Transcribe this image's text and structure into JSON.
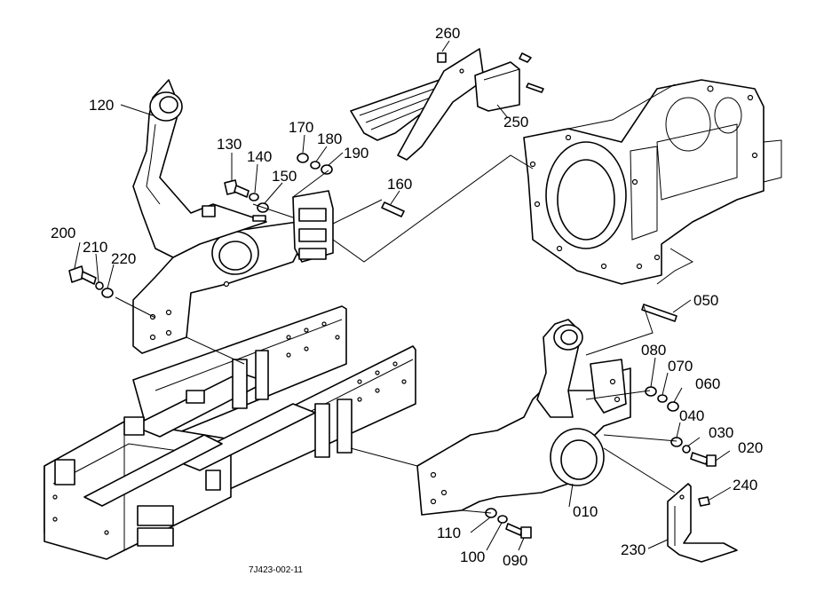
{
  "diagram": {
    "drawing_code": "7J423-002-11",
    "part_labels": [
      {
        "id": "260",
        "text": "260"
      },
      {
        "id": "120",
        "text": "120"
      },
      {
        "id": "170",
        "text": "170"
      },
      {
        "id": "180",
        "text": "180"
      },
      {
        "id": "190",
        "text": "190"
      },
      {
        "id": "130",
        "text": "130"
      },
      {
        "id": "140",
        "text": "140"
      },
      {
        "id": "150",
        "text": "150"
      },
      {
        "id": "160",
        "text": "160"
      },
      {
        "id": "250",
        "text": "250"
      },
      {
        "id": "200",
        "text": "200"
      },
      {
        "id": "210",
        "text": "210"
      },
      {
        "id": "220",
        "text": "220"
      },
      {
        "id": "050",
        "text": "050"
      },
      {
        "id": "080",
        "text": "080"
      },
      {
        "id": "070",
        "text": "070"
      },
      {
        "id": "060",
        "text": "060"
      },
      {
        "id": "040",
        "text": "040"
      },
      {
        "id": "030",
        "text": "030"
      },
      {
        "id": "020",
        "text": "020"
      },
      {
        "id": "240",
        "text": "240"
      },
      {
        "id": "010",
        "text": "010"
      },
      {
        "id": "110",
        "text": "110"
      },
      {
        "id": "100",
        "text": "100"
      },
      {
        "id": "090",
        "text": "090"
      },
      {
        "id": "230",
        "text": "230"
      }
    ]
  }
}
